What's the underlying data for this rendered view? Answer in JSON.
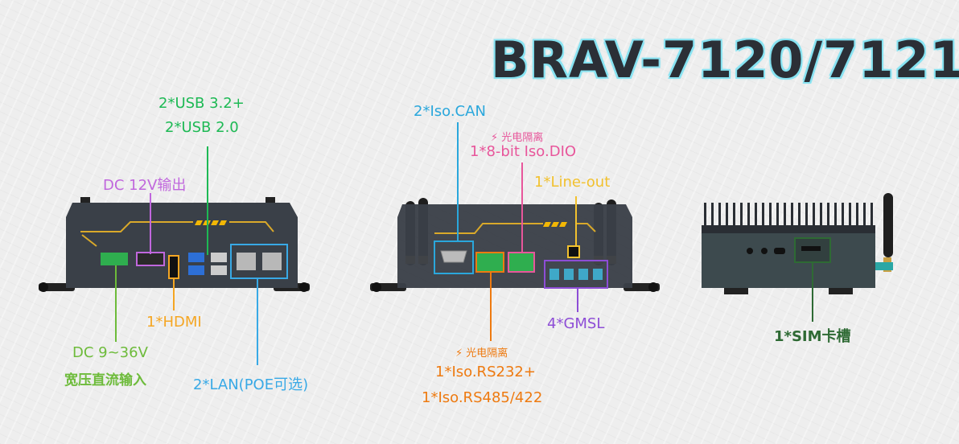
{
  "title": "BRAV-7120/7121",
  "callouts": {
    "usb": [
      "2*USB 3.2+",
      "2*USB 2.0"
    ],
    "dc_out": "DC 12V输出",
    "hdmi": "1*HDMI",
    "dc_in": [
      "DC 9~36V",
      "宽压直流输入"
    ],
    "lan": "2*LAN(POE可选)",
    "can": "2*Iso.CAN",
    "dio_note": "⚡ 光电隔离",
    "dio": "1*8-bit Iso.DIO",
    "lineout": "1*Line-out",
    "gmsl": "4*GMSL",
    "rs_note": "⚡ 光电隔离",
    "rs": [
      "1*Iso.RS232+",
      "1*Iso.RS485/422"
    ],
    "sim": "1*SIM卡槽"
  },
  "colors": {
    "usb": "#1db954",
    "dc_out": "#c067dd",
    "hdmi": "#f5a623",
    "dc_in": "#6dbb3a",
    "lan": "#38a9e6",
    "can": "#2aa7dc",
    "dio": "#e8569b",
    "lineout": "#f2c12e",
    "rs": "#ee7a10",
    "gmsl": "#8d4dd6",
    "sim": "#2e6a34",
    "device_body": "#3a4048"
  }
}
